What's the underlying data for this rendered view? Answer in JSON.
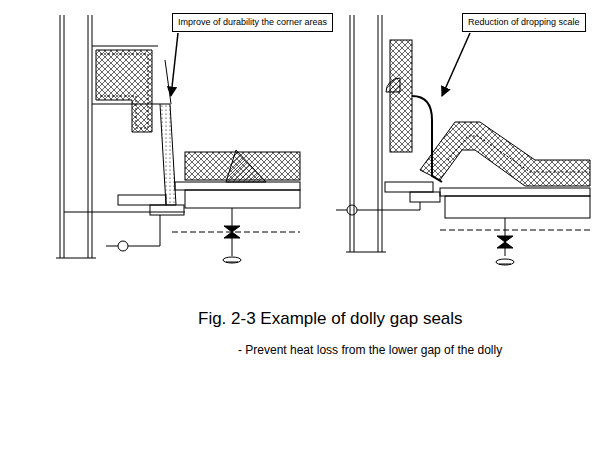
{
  "diagram": {
    "caption": "Fig. 2-3 Example of dolly gap seals",
    "nodes": [
      {
        "text": [
          "Improve of durability the corner areas"
        ]
      },
      {
        "text": [
          "Reduction of dropping scale"
        ]
      }
    ],
    "labels": [
      "- Prevent heat loss from the lower gap of the dolly"
    ]
  }
}
